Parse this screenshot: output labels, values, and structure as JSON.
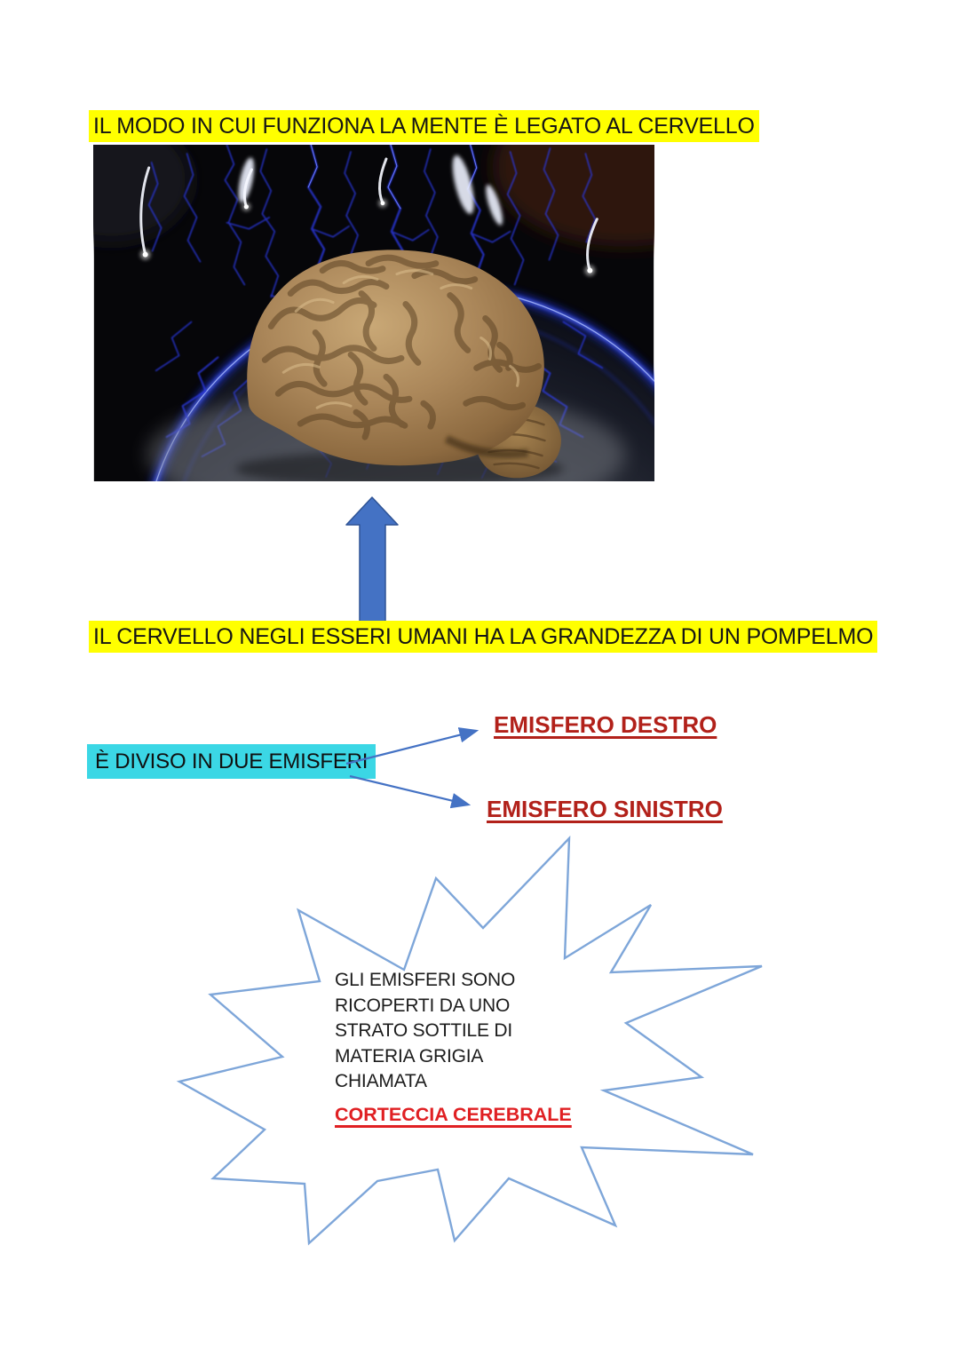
{
  "document": {
    "background_color": "#ffffff",
    "heading1": "IL MODO IN CUI FUNZIONA LA MENTE È LEGATO AL CERVELLO",
    "heading2": "IL CERVELLO NEGLI ESSERI UMANI HA LA GRANDEZZA DI UN POMPELMO",
    "highlight_yellow": "#ffff00",
    "photo_subject": "brain inside glowing blue plasma dome",
    "big_arrow": {
      "direction": "up",
      "color": "#4472c4"
    },
    "division": {
      "label": "È DIVISO IN DUE EMISFERI",
      "highlight_cyan": "#3bd7e5",
      "branches": [
        "EMISFERO DESTRO",
        "EMISFERO SINISTRO"
      ],
      "branch_text_color": "#b2211a",
      "connector_color": "#4472c4"
    },
    "starburst": {
      "outline_color": "#7ea6d9",
      "lines": [
        "GLI EMISFERI SONO",
        "RICOPERTI DA UNO",
        "STRATO SOTTILE DI",
        "MATERIA GRIGIA",
        "CHIAMATA"
      ],
      "emphasis": "CORTECCIA CEREBRALE",
      "emphasis_color": "#e02023"
    }
  }
}
